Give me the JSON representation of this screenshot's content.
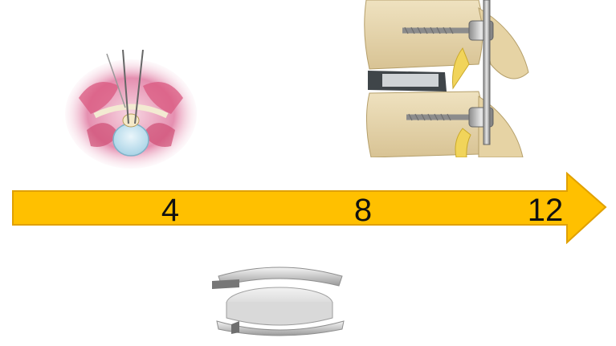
{
  "timeline": {
    "markers": [
      {
        "label": "4"
      },
      {
        "label": "8"
      },
      {
        "label": "12"
      }
    ],
    "arrow_color": "#FFC000",
    "arrow_outline": "#E0A000"
  },
  "illustrations": [
    {
      "icon": "microdiscectomy-cross-section-icon"
    },
    {
      "icon": "spinal-fusion-pedicle-screw-rod-icon"
    },
    {
      "icon": "artificial-disc-prosthesis-icon"
    }
  ]
}
